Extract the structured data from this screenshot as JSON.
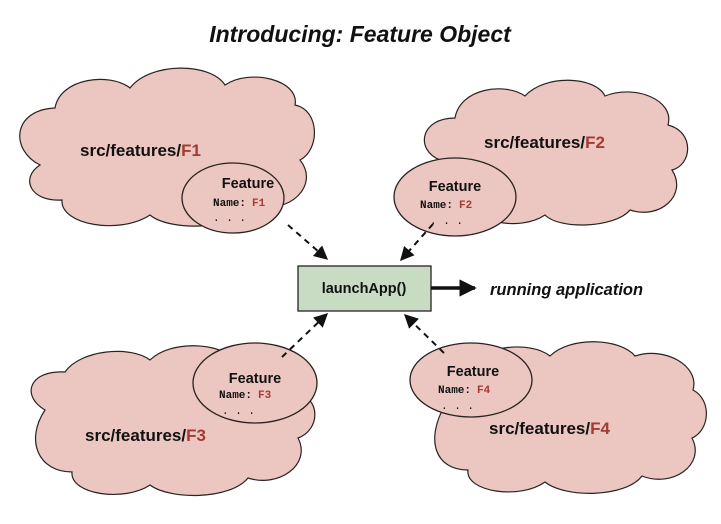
{
  "title": "Introducing: Feature Object",
  "colors": {
    "cloud_fill": "#ecc7c1",
    "feature_fill": "#ecc7c1",
    "launch_box_fill": "#c7dcc3",
    "accent_text": "#a33b32"
  },
  "features": [
    {
      "path_prefix": "src/features/",
      "path_name": "F1",
      "feature_label": "Feature",
      "name_key": "Name:",
      "name_value": "F1",
      "ellipsis": ". . ."
    },
    {
      "path_prefix": "src/features/",
      "path_name": "F2",
      "feature_label": "Feature",
      "name_key": "Name:",
      "name_value": "F2",
      "ellipsis": ". . ."
    },
    {
      "path_prefix": "src/features/",
      "path_name": "F3",
      "feature_label": "Feature",
      "name_key": "Name:",
      "name_value": "F3",
      "ellipsis": ". . ."
    },
    {
      "path_prefix": "src/features/",
      "path_name": "F4",
      "feature_label": "Feature",
      "name_key": "Name:",
      "name_value": "F4",
      "ellipsis": ". . ."
    }
  ],
  "launch": {
    "label": "launchApp()"
  },
  "output": {
    "label": "running application"
  }
}
